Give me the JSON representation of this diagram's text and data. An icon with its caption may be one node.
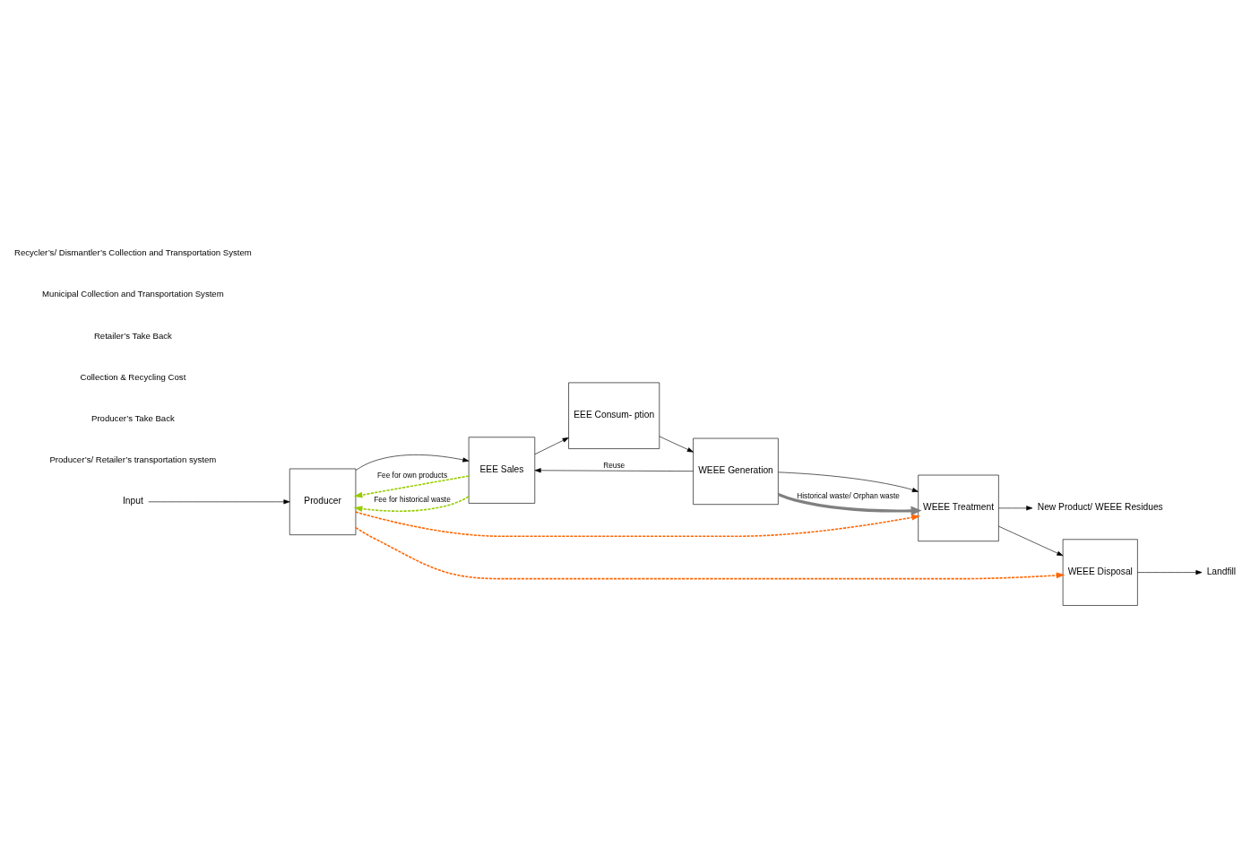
{
  "diagram": {
    "nodes": [
      {
        "text": [
          "Producer"
        ]
      },
      {
        "text": [
          "EEE Sales"
        ]
      },
      {
        "text": [
          "EEE Consum- ption"
        ]
      },
      {
        "text": [
          "WEEE Generation"
        ]
      },
      {
        "text": [
          "WEEE Treatment"
        ]
      },
      {
        "text": [
          "WEEE Disposal"
        ]
      },
      {
        "text": [
          "Input"
        ]
      },
      {
        "text": [
          "New Product/ WEEE Residues"
        ]
      },
      {
        "text": [
          "Landfill"
        ]
      }
    ],
    "edges": [
      {
        "from": 6,
        "to": 0,
        "arrow": "to"
      },
      {
        "from": 0,
        "to": 1,
        "arrow": "to"
      },
      {
        "from": 1,
        "to": 2,
        "arrow": "to"
      },
      {
        "from": 2,
        "to": 3,
        "arrow": "to"
      },
      {
        "from": 3,
        "to": 4,
        "arrow": "to"
      },
      {
        "from": 4,
        "to": 5,
        "arrow": "to"
      },
      {
        "from": 5,
        "to": 8,
        "arrow": "to"
      },
      {
        "from": 4,
        "to": 7,
        "arrow": "to"
      },
      {
        "from": 3,
        "to": 1,
        "arrow": "to",
        "label": "Reuse"
      },
      {
        "from": 1,
        "to": 0,
        "arrow": "to",
        "label": "Fee for own products",
        "style": "dashed",
        "color": "#99cc00"
      },
      {
        "from": 1,
        "to": 0,
        "arrow": "to",
        "label": "Fee for historical waste",
        "style": "dashed",
        "color": "#99cc00"
      },
      {
        "from": 3,
        "to": 4,
        "arrow": "to",
        "label": "Historical waste/ Orphan waste",
        "style": "thick",
        "color": "#808080"
      },
      {
        "from": 0,
        "to": 4,
        "arrow": "to",
        "style": "dashed",
        "color": "#ff6600"
      },
      {
        "from": 0,
        "to": 5,
        "arrow": "to",
        "style": "dashed",
        "color": "#ff6600"
      }
    ],
    "labels": [
      "Producer’s/ Retailer’s transportation system",
      "Producer’s Take Back",
      "Collection & Recycling Cost",
      "Retailer’s Take Back",
      "Municipal Collection and Transportation System",
      "Recycler’s/ Dismantler’s Collection and Transportation System"
    ]
  }
}
